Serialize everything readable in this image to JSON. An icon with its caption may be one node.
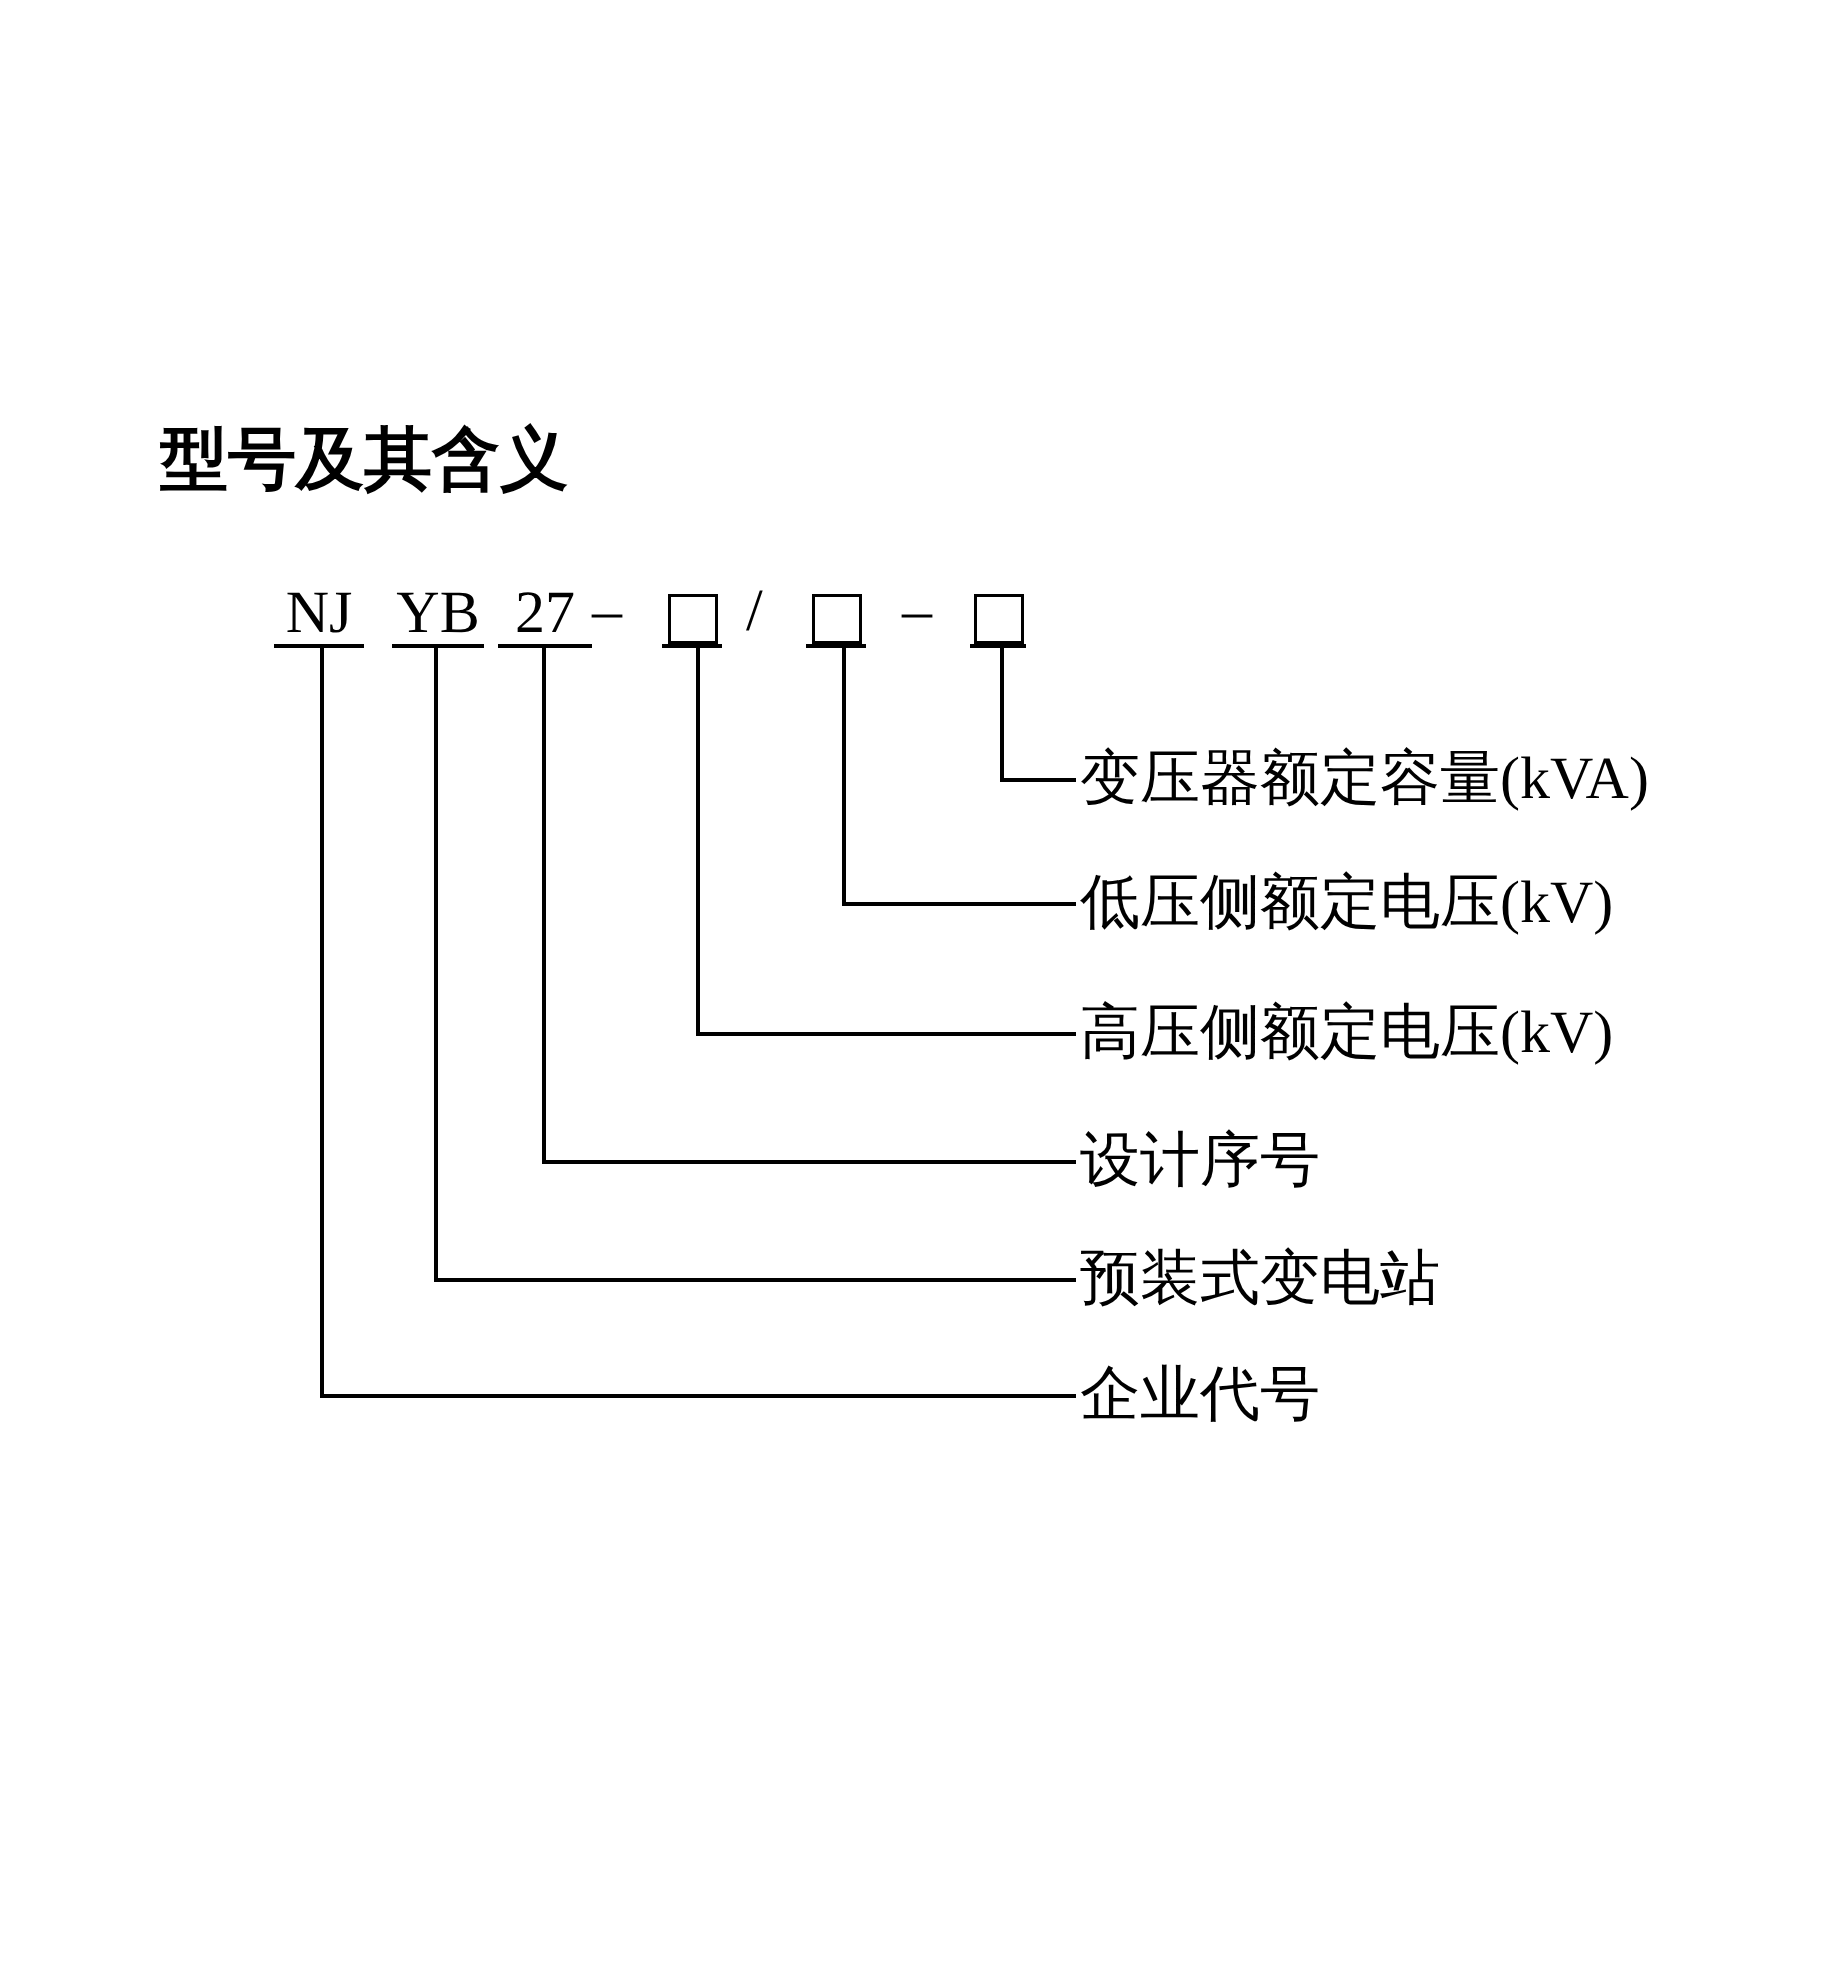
{
  "diagram": {
    "title": "型号及其含义",
    "nodes": [
      {
        "text": [
          "NJ"
        ]
      },
      {
        "text": [
          "YB"
        ]
      },
      {
        "text": [
          "27"
        ]
      },
      {
        "text": [],
        "shape": "box"
      },
      {
        "text": [],
        "shape": "box"
      },
      {
        "text": [],
        "shape": "box"
      },
      {
        "text": [
          "变压器额定容量(kVA)"
        ]
      },
      {
        "text": [
          "低压侧额定电压(kV)"
        ]
      },
      {
        "text": [
          "高压侧额定电压(kV)"
        ]
      },
      {
        "text": [
          "设计序号"
        ]
      },
      {
        "text": [
          "预装式变电站"
        ]
      },
      {
        "text": [
          "企业代号"
        ]
      }
    ],
    "edges": [
      {
        "from": 0,
        "to": 11,
        "arrow": "none"
      },
      {
        "from": 1,
        "to": 10,
        "arrow": "none"
      },
      {
        "from": 2,
        "to": 9,
        "arrow": "none"
      },
      {
        "from": 3,
        "to": 8,
        "arrow": "none"
      },
      {
        "from": 4,
        "to": 7,
        "arrow": "none"
      },
      {
        "from": 5,
        "to": 6,
        "arrow": "none"
      }
    ],
    "labels": [
      "–",
      "/",
      "–"
    ]
  }
}
